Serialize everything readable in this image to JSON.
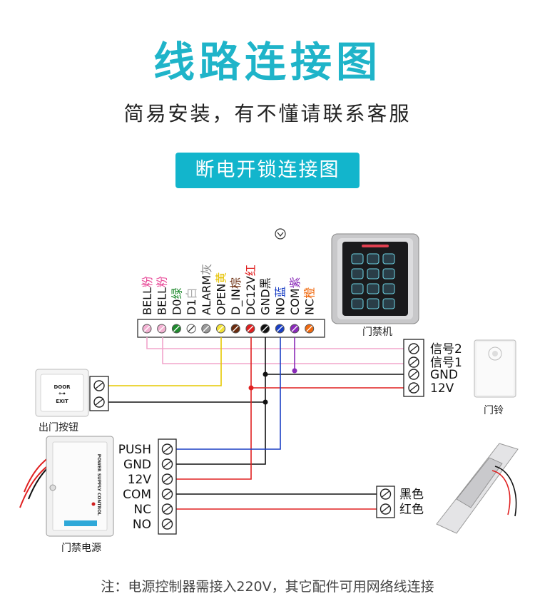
{
  "title": "线路连接图",
  "subtitle": "简易安装，有不懂请联系客服",
  "badge": "断电开锁连接图",
  "note": "注：电源控制器需接入220V，其它配件可用网络线连接",
  "terminals": [
    {
      "name": "BELL",
      "cn": "粉",
      "color": "#e84d9a",
      "dot": "#f2b1d2"
    },
    {
      "name": "BELL",
      "cn": "粉",
      "color": "#e84d9a",
      "dot": "#f2b1d2"
    },
    {
      "name": "D0",
      "cn": "绿",
      "color": "#1f8a2e",
      "dot": "#1f8a2e"
    },
    {
      "name": "D1",
      "cn": "白",
      "color": "#aaaaaa",
      "dot": "#ffffff"
    },
    {
      "name": "ALARM",
      "cn": "灰",
      "color": "#888888",
      "dot": "#999999"
    },
    {
      "name": "OPEN",
      "cn": "黄",
      "color": "#e6c200",
      "dot": "#f3e23a"
    },
    {
      "name": "D_IN",
      "cn": "棕",
      "color": "#6b2c0e",
      "dot": "#6b2c0e"
    },
    {
      "name": "DC12V",
      "cn": "红",
      "color": "#e02020",
      "dot": "#e02020"
    },
    {
      "name": "GND",
      "cn": "黑",
      "color": "#111111",
      "dot": "#111111"
    },
    {
      "name": "NO",
      "cn": "蓝",
      "color": "#1a3fc4",
      "dot": "#1a3fc4"
    },
    {
      "name": "COM",
      "cn": "紫",
      "color": "#8a2bb8",
      "dot": "#8a2bb8"
    },
    {
      "name": "NC",
      "cn": "橙",
      "color": "#f06a10",
      "dot": "#f06a10"
    }
  ],
  "keypad_label": "门禁机",
  "bell_label": "门铃",
  "exit_button_label": "出门按钮",
  "exit_button_text": [
    "DOOR",
    "EXIT"
  ],
  "power_label": "门禁电源",
  "power_text": "POWER SUPPLY CONTROL",
  "power_terminals": [
    "PUSH",
    "GND",
    "12V",
    "COM",
    "NC",
    "NO"
  ],
  "bell_terminals": [
    "信号2",
    "信号1",
    "GND",
    "12V"
  ],
  "lock_terminals": [
    "黑色",
    "红色"
  ]
}
